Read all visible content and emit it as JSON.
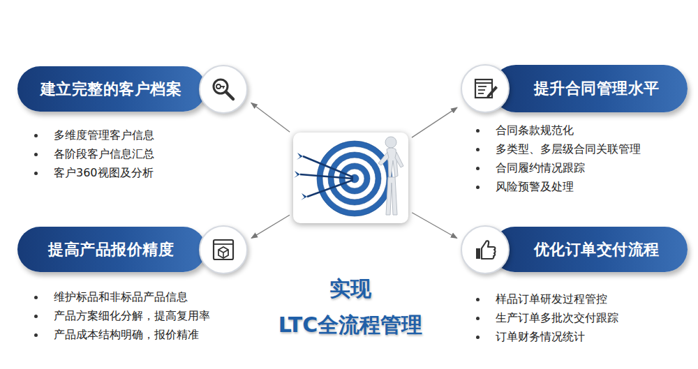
{
  "diagram": {
    "nodes": [
      {
        "text": [
          "实现 LTC全流程管理"
        ]
      },
      {
        "text": [
          "建立完整的客户档案",
          "多维度管理客户信息",
          "各阶段客户信息汇总",
          "客户360视图及分析"
        ]
      },
      {
        "text": [
          "提升合同管理水平",
          "合同条款规范化",
          "多类型、多层级合同关联管理",
          "合同履约情况跟踪",
          "风险预警及处理"
        ]
      },
      {
        "text": [
          "提高产品报价精度",
          "维护标品和非标品产品信息",
          "产品方案细化分解，提高复用率",
          "产品成本结构明确，报价精准"
        ]
      },
      {
        "text": [
          "优化订单交付流程",
          "样品订单研发过程管控",
          "生产订单多批次交付跟踪",
          "订单财务情况统计"
        ]
      }
    ],
    "edges": [
      {
        "from": 0,
        "to": 1,
        "arrow": "to"
      },
      {
        "from": 0,
        "to": 2,
        "arrow": "to"
      },
      {
        "from": 0,
        "to": 3,
        "arrow": "to"
      },
      {
        "from": 0,
        "to": 4,
        "arrow": "to"
      }
    ]
  }
}
